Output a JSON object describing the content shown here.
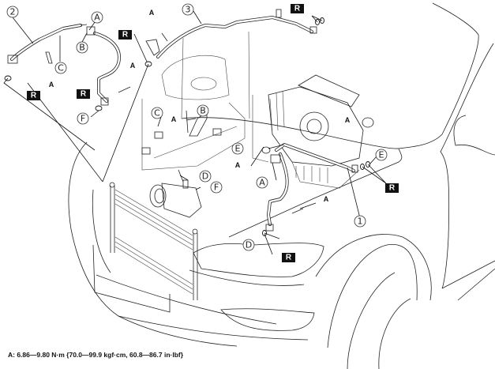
{
  "diagram": {
    "subject": "Air conditioner refrigerant lines removal (exploded view)",
    "part_numbers": [
      {
        "id": "p1",
        "label": "1"
      },
      {
        "id": "p2",
        "label": "2"
      },
      {
        "id": "p3",
        "label": "3"
      }
    ],
    "letter_callouts": [
      {
        "id": "A1",
        "label": "A"
      },
      {
        "id": "B1",
        "label": "B"
      },
      {
        "id": "C1",
        "label": "C"
      },
      {
        "id": "F1",
        "label": "F"
      },
      {
        "id": "C2",
        "label": "C"
      },
      {
        "id": "B2",
        "label": "B"
      },
      {
        "id": "E1",
        "label": "E"
      },
      {
        "id": "E2",
        "label": "E"
      },
      {
        "id": "A2",
        "label": "A"
      },
      {
        "id": "D1",
        "label": "D"
      },
      {
        "id": "F2",
        "label": "F"
      },
      {
        "id": "D2",
        "label": "D"
      }
    ],
    "torque_marks": [
      {
        "id": "tA1",
        "label": "A"
      },
      {
        "id": "tA2",
        "label": "A"
      },
      {
        "id": "tA3",
        "label": "A"
      },
      {
        "id": "tA4",
        "label": "A"
      },
      {
        "id": "tA5",
        "label": "A"
      },
      {
        "id": "tA6",
        "label": "A"
      },
      {
        "id": "tA7",
        "label": "A"
      }
    ],
    "replace_marks": [
      {
        "id": "R1",
        "label": "R"
      },
      {
        "id": "R2",
        "label": "R"
      },
      {
        "id": "R3",
        "label": "R"
      },
      {
        "id": "R4",
        "label": "R"
      },
      {
        "id": "R5",
        "label": "R"
      },
      {
        "id": "R6",
        "label": "R"
      }
    ],
    "torque_spec": "A: 6.86—9.80 N·m {70.0—99.9 kgf·cm, 60.8—86.7 in·lbf}"
  }
}
